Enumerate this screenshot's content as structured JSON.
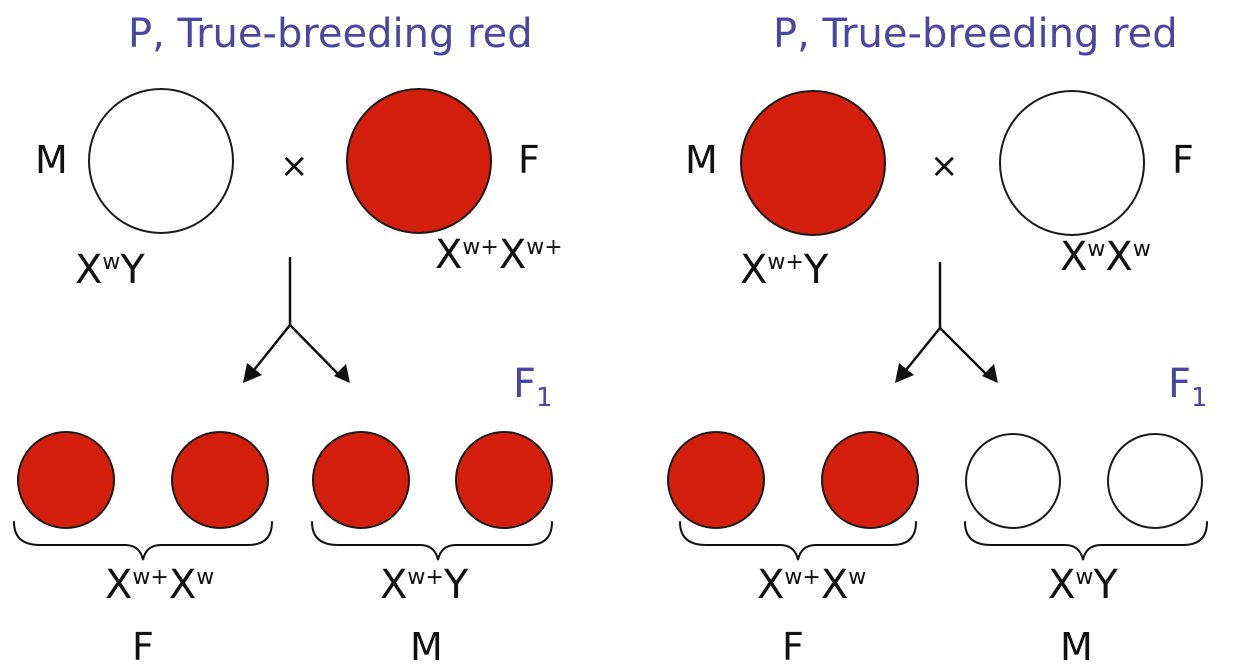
{
  "colors": {
    "red_eye": "#d41f0c",
    "white_eye": "#ffffff",
    "label_blue": "#4a47a3"
  },
  "crosses": [
    {
      "title": "P, True-breeding red",
      "cross_symbol": "×",
      "male": {
        "sex": "M",
        "eye": "white",
        "genotype": {
          "base": "X",
          "sup": "w",
          "rest": "Y"
        }
      },
      "female": {
        "sex": "F",
        "eye": "red",
        "genotype": {
          "base": "X",
          "sup": "w+",
          "base2": "X",
          "sup2": "w+"
        }
      },
      "f1_label": {
        "main": "F",
        "sub": "1"
      },
      "offspring": [
        {
          "eyes": [
            "red",
            "red"
          ],
          "genotype": {
            "base": "X",
            "sup": "w+",
            "base2": "X",
            "sup2": "w"
          },
          "sex": "F"
        },
        {
          "eyes": [
            "red",
            "red"
          ],
          "genotype": {
            "base": "X",
            "sup": "w+",
            "rest": "Y"
          },
          "sex": "M"
        }
      ]
    },
    {
      "title": "P, True-breeding red",
      "cross_symbol": "×",
      "male": {
        "sex": "M",
        "eye": "red",
        "genotype": {
          "base": "X",
          "sup": "w+",
          "rest": "Y"
        }
      },
      "female": {
        "sex": "F",
        "eye": "white",
        "genotype": {
          "base": "X",
          "sup": "w",
          "base2": "X",
          "sup2": "w"
        }
      },
      "f1_label": {
        "main": "F",
        "sub": "1"
      },
      "offspring": [
        {
          "eyes": [
            "red",
            "red"
          ],
          "genotype": {
            "base": "X",
            "sup": "w+",
            "base2": "X",
            "sup2": "w"
          },
          "sex": "F"
        },
        {
          "eyes": [
            "white",
            "white"
          ],
          "genotype": {
            "base": "X",
            "sup": "w",
            "rest": "Y"
          },
          "sex": "M"
        }
      ]
    }
  ]
}
